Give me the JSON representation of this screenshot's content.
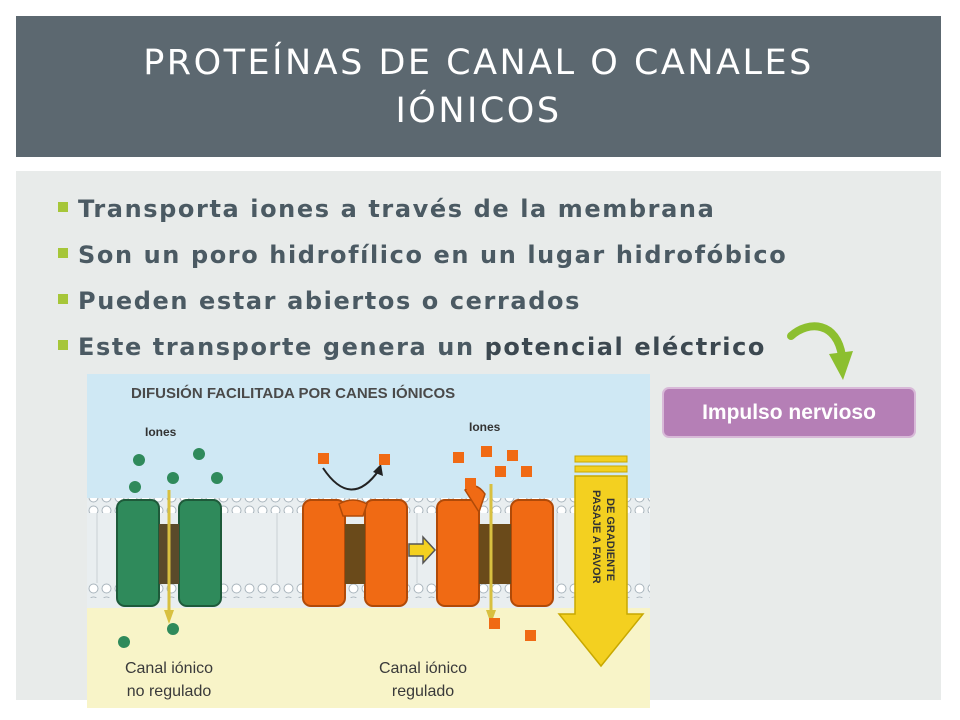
{
  "slide": {
    "title": "PROTEÍNAS DE CANAL O CANALES IÓNICOS",
    "bullets": [
      {
        "text": "Transporta iones a través de la membrana",
        "emphasis": ""
      },
      {
        "text": "Son un poro hidrofílico en un lugar hidrofóbico",
        "emphasis": ""
      },
      {
        "text": "Pueden estar abiertos o cerrados",
        "emphasis": ""
      },
      {
        "text": "Este transporte genera un ",
        "emphasis": "potencial eléctrico"
      }
    ],
    "callout": "Impulso nervioso"
  },
  "diagram": {
    "title": "DIFUSIÓN FACILITADA POR CANES IÓNICOS",
    "iones_left": "Iones",
    "iones_right": "Iones",
    "gradient_line1": "PASAJE A FAVOR",
    "gradient_line2": "DE GRADIENTE",
    "label_left_1": "Canal iónico",
    "label_left_2": "no regulado",
    "label_right_1": "Canal iónico",
    "label_right_2": "regulado"
  },
  "colors": {
    "title_bg": "#5c6870",
    "content_bg": "#e8ebea",
    "bullet_square": "#a6c639",
    "callout_bg": "#b57fb6",
    "arrow": "#8cbf2f"
  },
  "icons": [
    "square-bullet-icon",
    "curved-arrow-icon"
  ]
}
